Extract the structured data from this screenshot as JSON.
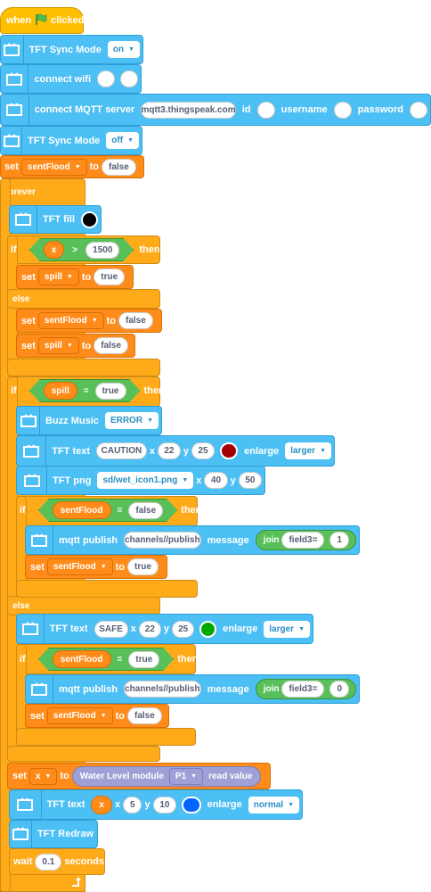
{
  "hat": {
    "when": "when",
    "clicked": "clicked"
  },
  "tft_sync_on": {
    "label": "TFT Sync Mode",
    "value": "on"
  },
  "connect_wifi": {
    "label": "connect wifi"
  },
  "connect_mqtt": {
    "label": "connect MQTT server",
    "server": "mqtt3.thingspeak.com",
    "id_label": "id",
    "username_label": "username",
    "password_label": "password"
  },
  "tft_sync_off": {
    "label": "TFT Sync Mode",
    "value": "off"
  },
  "set_init": {
    "set": "set",
    "var": "sentFlood",
    "to": "to",
    "value": "false"
  },
  "forever": {
    "label": "forever"
  },
  "tft_fill": {
    "label": "TFT fill",
    "color": "#000000"
  },
  "if1": {
    "if": "if",
    "x": "x",
    "op": ">",
    "value": "1500",
    "then": "then",
    "else": "else"
  },
  "if1_set_spill": {
    "set": "set",
    "var": "spill",
    "to": "to",
    "value": "true"
  },
  "else1_set_flood": {
    "set": "set",
    "var": "sentFlood",
    "to": "to",
    "value": "false"
  },
  "else1_set_spill": {
    "set": "set",
    "var": "spill",
    "to": "to",
    "value": "false"
  },
  "if2": {
    "if": "if",
    "var": "spill",
    "op": "=",
    "value": "true",
    "then": "then",
    "else": "else"
  },
  "buzz": {
    "label": "Buzz Music",
    "value": "ERROR"
  },
  "tft_caution": {
    "label": "TFT text",
    "text": "CAUTION",
    "x_label": "x",
    "x": "22",
    "y_label": "y",
    "y": "25",
    "color": "#a50000",
    "enlarge_label": "enlarge",
    "enlarge": "larger"
  },
  "tft_png": {
    "label": "TFT png",
    "file": "sd/wet_icon1.png",
    "x_label": "x",
    "x": "40",
    "y_label": "y",
    "y": "50"
  },
  "if3": {
    "if": "if",
    "var": "sentFlood",
    "op": "=",
    "value": "false",
    "then": "then"
  },
  "mqtt1": {
    "label": "mqtt publish",
    "topic": "channels//publish",
    "message_label": "message",
    "join": "join",
    "field": "field3=",
    "num": "1"
  },
  "set_flood_true": {
    "set": "set",
    "var": "sentFlood",
    "to": "to",
    "value": "true"
  },
  "tft_safe": {
    "label": "TFT text",
    "text": "SAFE",
    "x_label": "x",
    "x": "22",
    "y_label": "y",
    "y": "25",
    "color": "#00a800",
    "enlarge_label": "enlarge",
    "enlarge": "larger"
  },
  "if4": {
    "if": "if",
    "var": "sentFlood",
    "op": "=",
    "value": "true",
    "then": "then"
  },
  "mqtt2": {
    "label": "mqtt publish",
    "topic": "channels//publish",
    "message_label": "message",
    "join": "join",
    "field": "field3=",
    "num": "0"
  },
  "set_flood_false": {
    "set": "set",
    "var": "sentFlood",
    "to": "to",
    "value": "false"
  },
  "set_x": {
    "set": "set",
    "var": "x",
    "to": "to",
    "module": "Water Level module",
    "port": "P1",
    "read": "read value"
  },
  "tft_x": {
    "label": "TFT text",
    "var": "x",
    "x_label": "x",
    "x": "5",
    "y_label": "y",
    "y": "10",
    "color": "#0066ff",
    "enlarge_label": "enlarge",
    "enlarge": "normal"
  },
  "redraw": {
    "label": "TFT Redraw"
  },
  "wait": {
    "label": "wait",
    "value": "0.1",
    "unit": "seconds"
  },
  "colors": {
    "control": "#ffab19",
    "variable": "#ff8c1a",
    "tft": "#4cbff4",
    "operator": "#59c059",
    "sensor": "#9ea0d6",
    "event": "#ffbf00"
  }
}
